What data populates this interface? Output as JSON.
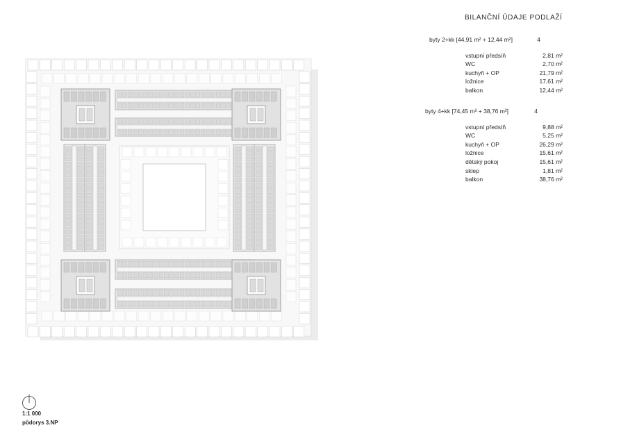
{
  "header": {
    "title": "BILANČNÍ ÚDAJE PODLAŽÍ"
  },
  "legend": [
    {
      "name": "byty 2+kk [44,91 m² + 12,44 m²]",
      "count": "4",
      "rows": [
        {
          "label": "vstupní předsíň",
          "value": "2,81 m²"
        },
        {
          "label": "WC",
          "value": "2,70 m²"
        },
        {
          "label": "kuchyň + OP",
          "value": "21,79 m²"
        },
        {
          "label": "ložnice",
          "value": "17,61 m²"
        },
        {
          "label": "balkon",
          "value": "12,44 m²"
        }
      ]
    },
    {
      "name": "byty 4+kk [74,45 m² + 38,76 m²]",
      "count": "4",
      "rows": [
        {
          "label": "vstupní předsíň",
          "value": "9,88 m²"
        },
        {
          "label": "WC",
          "value": "5,25 m²"
        },
        {
          "label": "kuchyň + OP",
          "value": "26,29 m²"
        },
        {
          "label": "ložnice",
          "value": "15,61 m²"
        },
        {
          "label": "dětský pokoj",
          "value": "15,61 m²"
        },
        {
          "label": "sklep",
          "value": "1,81 m²"
        },
        {
          "label": "balkon",
          "value": "38,76 m²"
        }
      ]
    }
  ],
  "footer": {
    "scale": "1:1 000",
    "plan_title": "půdorys 3.NP"
  }
}
